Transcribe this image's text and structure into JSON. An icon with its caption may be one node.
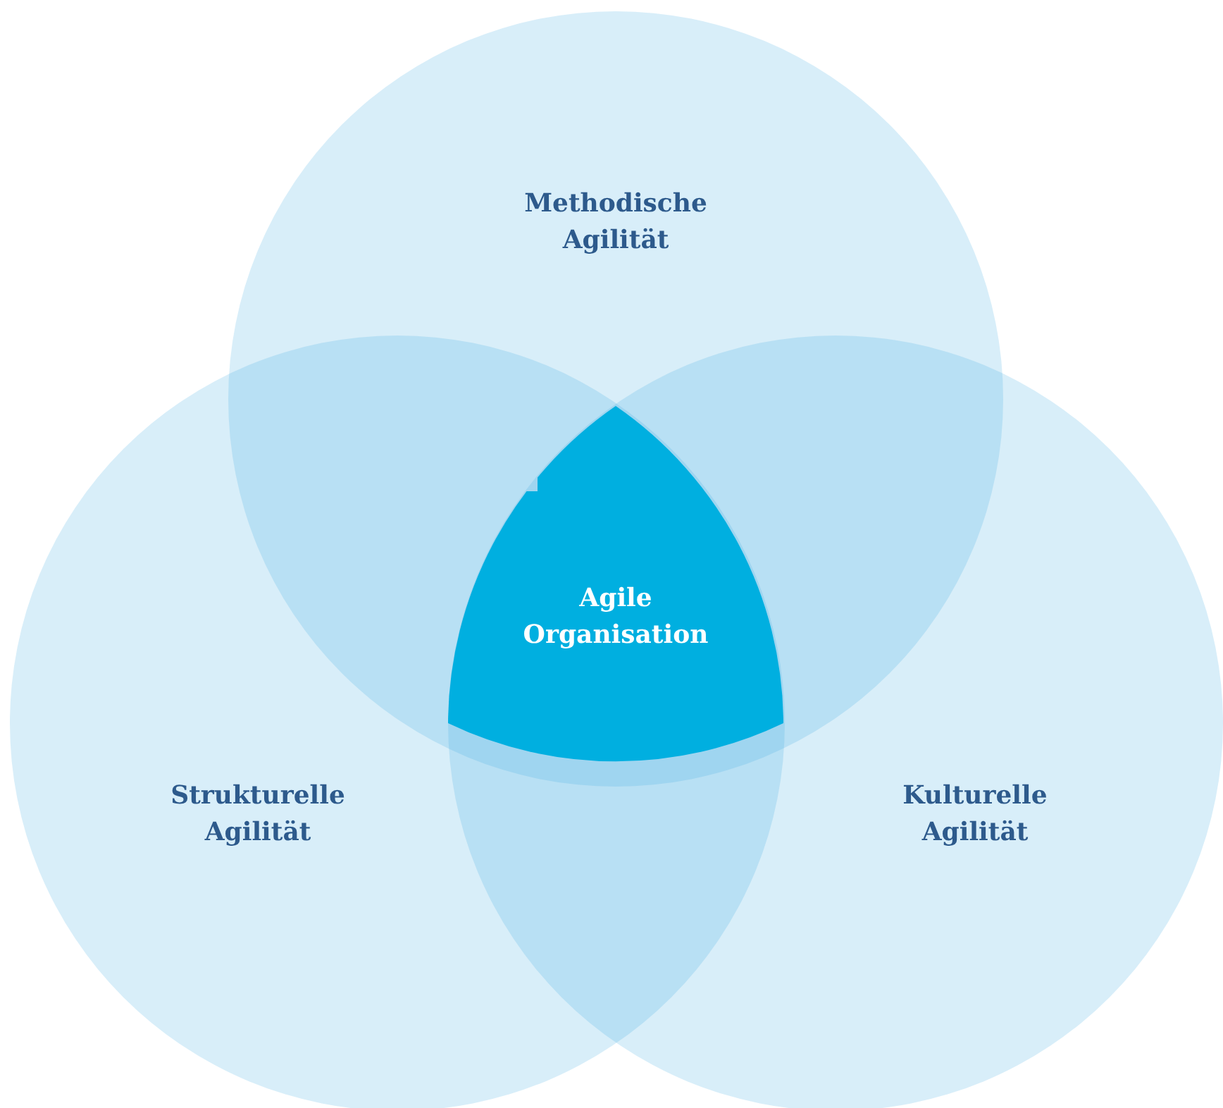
{
  "diagram": {
    "nodes": [
      {
        "text": [
          "Methodische Agilität"
        ]
      },
      {
        "text": [
          "Strukturelle Agilität"
        ]
      },
      {
        "text": [
          "Kulturelle Agilität"
        ]
      },
      {
        "text": [
          "Agile Organisation"
        ]
      }
    ]
  }
}
